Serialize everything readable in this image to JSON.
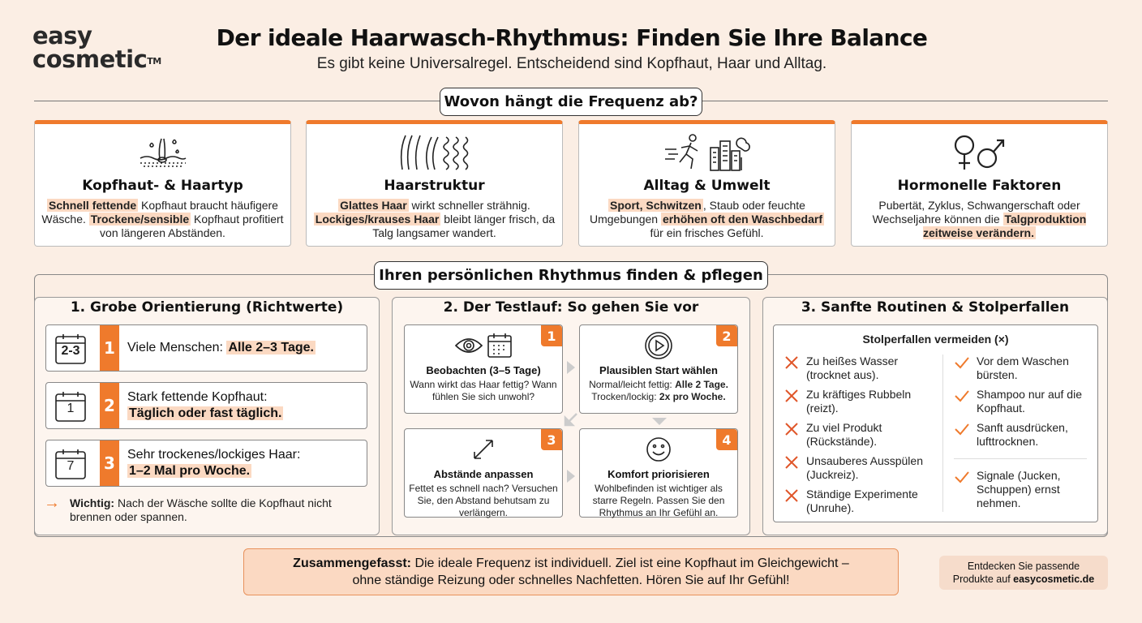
{
  "brand": {
    "line1": "easy",
    "line2": "cosmetic",
    "tm": "TM"
  },
  "header": {
    "title": "Der ideale Haarwasch-Rhythmus: Finden Sie Ihre Balance",
    "subtitle": "Es gibt keine Universalregel. Entscheidend sind Kopfhaut, Haar und Alltag."
  },
  "factors": {
    "heading": "Wovon hängt die Frequenz ab?",
    "cards": [
      {
        "icon": "scalp-hair-icon",
        "title": "Kopfhaut- & Haartyp",
        "text": [
          [
            "Schnell fettende",
            true
          ],
          [
            " Kopfhaut braucht häufigere Wäsche. ",
            false
          ],
          [
            "Trockene/sensible",
            true
          ],
          [
            " Kopfhaut profitiert von längeren Abständen.",
            false
          ]
        ]
      },
      {
        "icon": "hair-strands-icon",
        "title": "Haarstruktur",
        "text": [
          [
            "Glattes Haar",
            true
          ],
          [
            " wirkt schneller strähnig. ",
            false
          ],
          [
            "Lockiges/krauses Haar",
            true
          ],
          [
            " bleibt länger frisch, da Talg langsamer wandert.",
            false
          ]
        ]
      },
      {
        "icon": "runner-city-icon",
        "title": "Alltag & Umwelt",
        "text": [
          [
            "Sport, Schwitzen",
            true
          ],
          [
            ", Staub oder feuchte Umgebungen ",
            false
          ],
          [
            "erhöhen oft den Waschbedarf",
            true
          ],
          [
            " für ein frisches Gefühl.",
            false
          ]
        ]
      },
      {
        "icon": "gender-symbols-icon",
        "title": "Hormonelle Faktoren",
        "text": [
          [
            "Pubertät, Zyklus, Schwangerschaft oder Wechseljahre können die ",
            false
          ],
          [
            "Talgproduktion zeitweise verändern.",
            true
          ]
        ]
      }
    ]
  },
  "rhythm": {
    "heading": "Ihren persönlichen Rhythmus finden & pflegen",
    "col1": {
      "title": "1. Grobe Orientierung (Richtwerte)",
      "rows": [
        {
          "cal": "2-3",
          "num": "1",
          "text": "Viele Menschen: ",
          "bold": "Alle 2–3 Tage."
        },
        {
          "cal": "1",
          "num": "2",
          "text": "Stark fettende Kopfhaut:",
          "bold": "Täglich oder fast täglich."
        },
        {
          "cal": "7",
          "num": "3",
          "text": "Sehr trockenes/lockiges Haar:",
          "bold": "1–2 Mal pro Woche."
        }
      ],
      "note_bold": "Wichtig:",
      "note": " Nach der Wäsche sollte die Kopfhaut nicht brennen oder spannen."
    },
    "col2": {
      "title": "2. Der Testlauf: So gehen Sie vor",
      "steps": [
        {
          "num": "1",
          "title": "Beobachten (3–5 Tage)",
          "text": "Wann wirkt das Haar fettig? Wann fühlen Sie sich unwohl?"
        },
        {
          "num": "2",
          "title": "Plausiblen Start wählen",
          "line1": "Normal/leicht fettig: ",
          "bold1": "Alle 2 Tage.",
          "line2": "Trocken/lockig: ",
          "bold2": "2x pro Woche."
        },
        {
          "num": "3",
          "title": "Abstände anpassen",
          "text": "Fettet es schnell nach? Versuchen Sie, den Abstand behutsam zu verlängern."
        },
        {
          "num": "4",
          "title": "Komfort priorisieren",
          "text": "Wohlbefinden ist wichtiger als starre Regeln. Passen Sie den Rhythmus an Ihr Gefühl an."
        }
      ]
    },
    "col3": {
      "title": "3. Sanfte Routinen & Stolperfallen",
      "box_title": "Stolperfallen vermeiden (×)",
      "avoid": [
        "Zu heißes Wasser (trocknet aus).",
        "Zu kräftiges Rubbeln (reizt).",
        "Zu viel Produkt (Rückstände).",
        "Unsauberes Ausspülen (Juckreiz).",
        "Ständige Experimente (Unruhe)."
      ],
      "do": [
        "Vor dem Waschen bürsten.",
        "Shampoo nur auf die Kopfhaut.",
        "Sanft ausdrücken, lufttrocknen.",
        "Signale (Jucken, Schuppen) ernst nehmen."
      ]
    }
  },
  "summary": {
    "bold": "Zusammengefasst:",
    "line1": " Die ideale Frequenz ist individuell. Ziel ist eine Kopfhaut im Gleichgewicht –",
    "line2": "ohne ständige Reizung oder schnelles Nachfetten. Hören Sie auf Ihr Gefühl!"
  },
  "cta": {
    "line1": "Entdecken Sie passende",
    "line2_prefix": "Produkte auf ",
    "link": "easycosmetic.de"
  },
  "colors": {
    "accent": "#ef7a2c",
    "highlight": "#fbd9c2",
    "background": "#fbeee4"
  }
}
